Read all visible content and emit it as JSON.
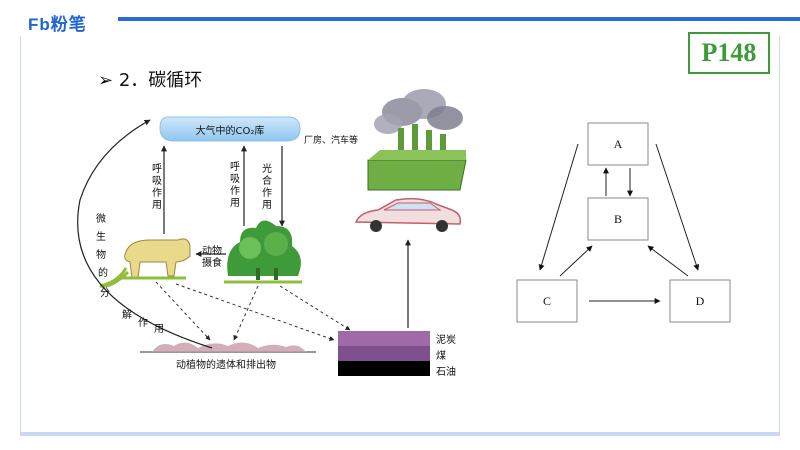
{
  "brand": "Fb粉笔",
  "page_tag": "P148",
  "section": {
    "bullet": "➢",
    "title": "2．碳循环"
  },
  "carbon_cycle": {
    "atmosphere": "大气中的CO₂库",
    "factory_car": "厂房、汽车等",
    "respiration_animal": "呼吸作用",
    "respiration_plant": "呼吸作用",
    "photosynthesis": "光合作用",
    "microbe_decomp": "微生物的分解作用",
    "animal_feeding": "动物摄食",
    "remains": "动植物的遗体和排出物",
    "fuels": [
      "泥炭",
      "煤",
      "石油"
    ]
  },
  "abcd": {
    "a": "A",
    "b": "B",
    "c": "C",
    "d": "D"
  },
  "colors": {
    "brand": "#1f66d1",
    "badge": "#3e9a3a",
    "cloud": "#a9d4f4",
    "peat": "#a06aa8",
    "coal": "#7d4f8c",
    "oil": "#000000"
  }
}
